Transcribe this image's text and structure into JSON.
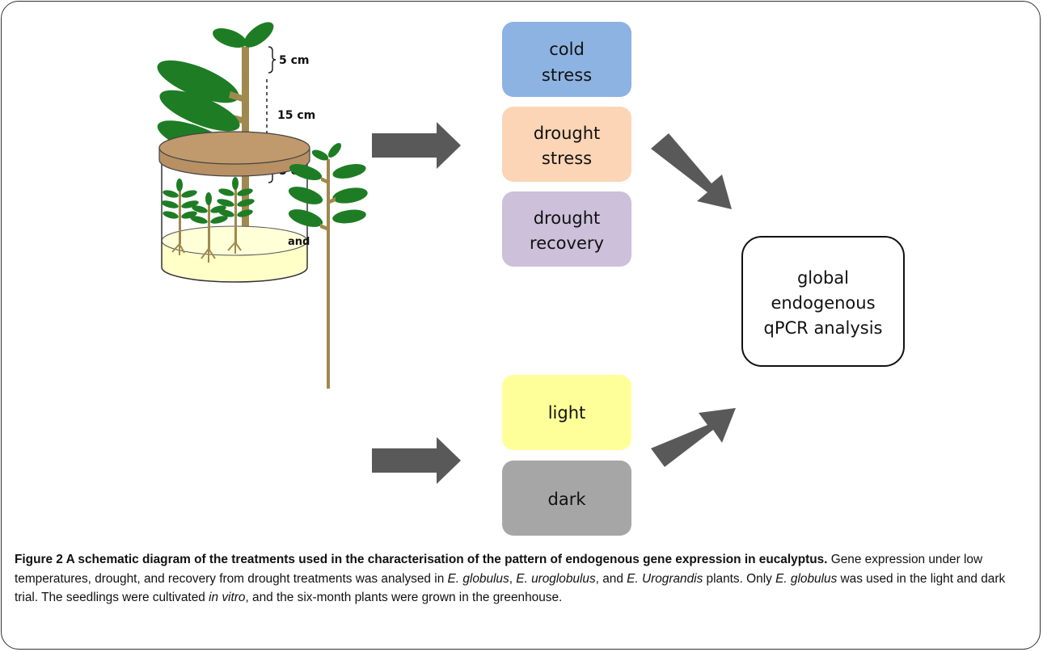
{
  "diagram": {
    "dimensions": {
      "top": "5 cm",
      "middle": "15 cm",
      "bottom": "5 cm"
    },
    "and_label": "and",
    "treatments": [
      {
        "lines": [
          "cold",
          "stress"
        ],
        "color": "#8DB3E2"
      },
      {
        "lines": [
          "drought",
          "stress"
        ],
        "color": "#FBD5B5"
      },
      {
        "lines": [
          "drought",
          "recovery"
        ],
        "color": "#CCC0DA"
      },
      {
        "lines": [
          "light"
        ],
        "color": "#FFFF99"
      },
      {
        "lines": [
          "dark"
        ],
        "color": "#A6A6A6"
      }
    ],
    "result": {
      "lines": [
        "global",
        "endogenous",
        "qPCR analysis"
      ]
    },
    "colors": {
      "arrow": "#595959",
      "stem": "#A0894E",
      "leaf": "#1E7D24",
      "lid": "#B89064",
      "medium": "#FFFFC8"
    }
  },
  "caption": {
    "title": "Figure 2 A schematic diagram of the treatments used in the characterisation of the pattern of endogenous gene expression in eucalyptus.",
    "t1": " Gene expression under low temperatures, drought, and recovery from drought treatments was analysed in ",
    "sp1": "E. globulus",
    "t2": ", ",
    "sp2": "E. uroglobulus",
    "t3": ", and ",
    "sp3": "E. Urograndis",
    "t4": " plants. Only ",
    "sp4": "E. globulus",
    "t5": " was used in the light and dark trial. The seedlings were cultivated ",
    "vitro": "in vitro",
    "t6": ", and the six-month plants were grown in the greenhouse."
  }
}
